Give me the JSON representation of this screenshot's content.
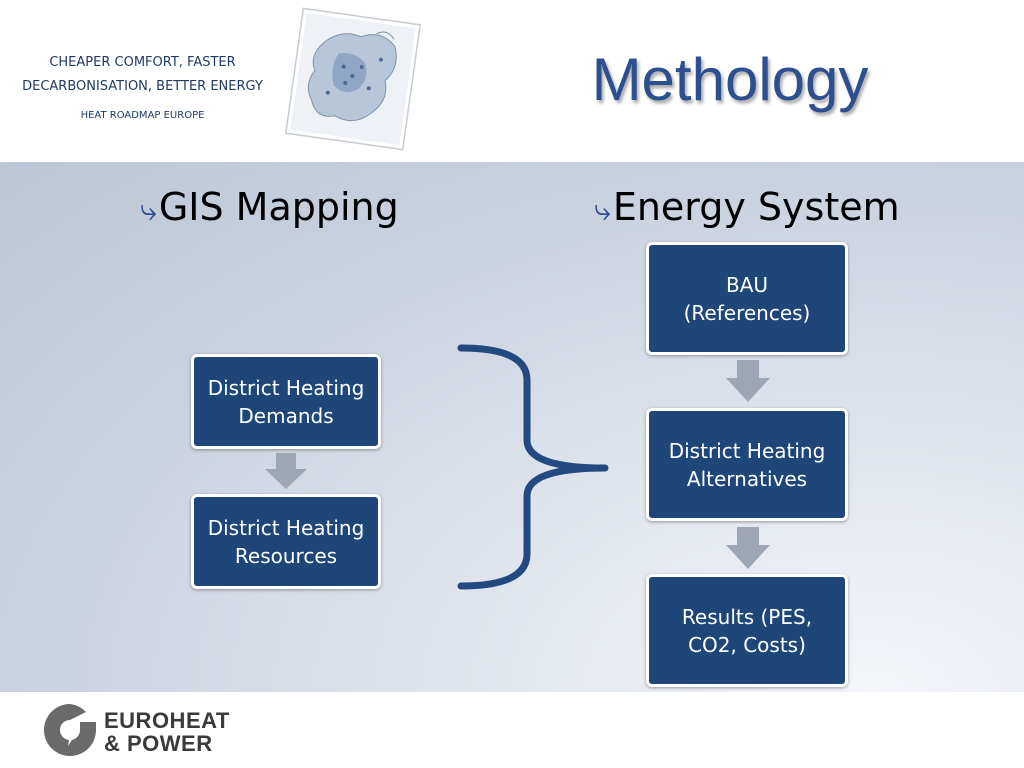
{
  "header": {
    "tagline_line1": "CHEAPER COMFORT, FASTER",
    "tagline_line2": "DECARBONISATION, BETTER ENERGY",
    "tagline_line3": "HEAT ROADMAP EUROPE",
    "title": "Methology",
    "title_color": "#2c4f8f"
  },
  "left_column": {
    "heading": "GIS Mapping",
    "bullet_icon": "curved-arrow-icon",
    "boxes": [
      "District Heating\nDemands",
      "District Heating\nResources"
    ]
  },
  "right_column": {
    "heading": "Energy System",
    "bullet_icon": "curved-arrow-icon",
    "boxes": [
      "BAU\n(References)",
      "District Heating\nAlternatives",
      "Results (PES,\nCO2, Costs)"
    ]
  },
  "footer": {
    "logo_line1": "EUROHEAT",
    "logo_line2": "& POWER"
  },
  "colors": {
    "box_fill": "#1e4679",
    "bracket": "#234a80",
    "arrow": "#9ea6b3"
  }
}
